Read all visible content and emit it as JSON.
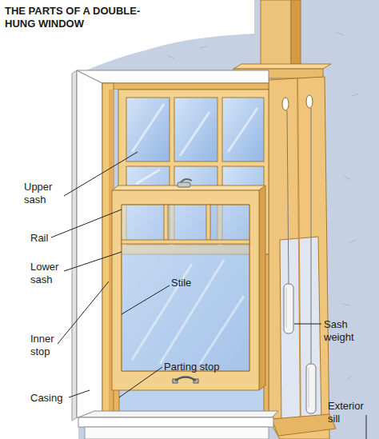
{
  "diagram": {
    "title": "THE PARTS OF A DOUBLE-HUNG WINDOW",
    "labels": [
      "Upper sash",
      "Rail",
      "Lower sash",
      "Stile",
      "Inner stop",
      "Parting stop",
      "Casing",
      "Sash weight",
      "Exterior sill"
    ]
  }
}
